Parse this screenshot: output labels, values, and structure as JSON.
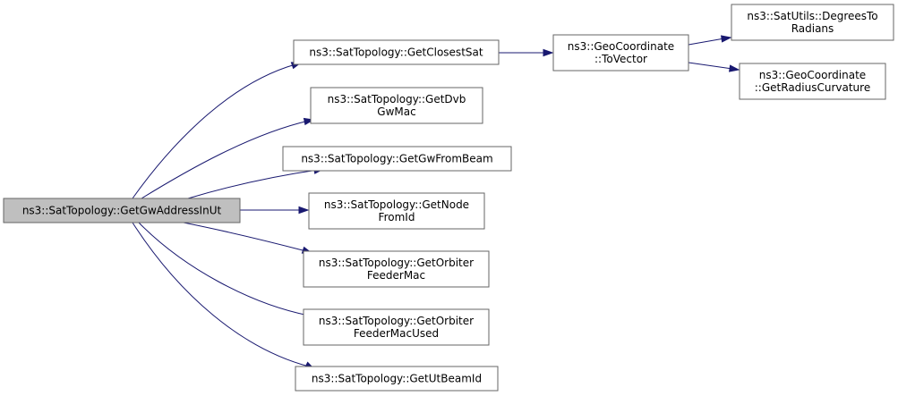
{
  "colors": {
    "root_fill": "#bfbfbf",
    "node_fill": "#ffffff",
    "node_border": "#666666",
    "edge": "#191970"
  },
  "nodes": {
    "root": {
      "lines": [
        "ns3::SatTopology::GetGwAddressInUt"
      ]
    },
    "closest_sat": {
      "lines": [
        "ns3::SatTopology::GetClosestSat"
      ]
    },
    "dvb_gw_mac": {
      "lines": [
        "ns3::SatTopology::GetDvb",
        "GwMac"
      ]
    },
    "gw_from_beam": {
      "lines": [
        "ns3::SatTopology::GetGwFromBeam"
      ]
    },
    "node_from_id": {
      "lines": [
        "ns3::SatTopology::GetNode",
        "FromId"
      ]
    },
    "orbiter_feeder_mac": {
      "lines": [
        "ns3::SatTopology::GetOrbiter",
        "FeederMac"
      ]
    },
    "orbiter_feeder_mac_used": {
      "lines": [
        "ns3::SatTopology::GetOrbiter",
        "FeederMacUsed"
      ]
    },
    "ut_beam_id": {
      "lines": [
        "ns3::SatTopology::GetUtBeamId"
      ]
    },
    "to_vector": {
      "lines": [
        "ns3::GeoCoordinate",
        "::ToVector"
      ]
    },
    "degrees_to_radians": {
      "lines": [
        "ns3::SatUtils::DegreesTo",
        "Radians"
      ]
    },
    "radius_curvature": {
      "lines": [
        "ns3::GeoCoordinate",
        "::GetRadiusCurvature"
      ]
    }
  },
  "edges": [
    [
      "root",
      "closest_sat"
    ],
    [
      "root",
      "dvb_gw_mac"
    ],
    [
      "root",
      "gw_from_beam"
    ],
    [
      "root",
      "node_from_id"
    ],
    [
      "root",
      "orbiter_feeder_mac"
    ],
    [
      "root",
      "orbiter_feeder_mac_used"
    ],
    [
      "root",
      "ut_beam_id"
    ],
    [
      "closest_sat",
      "to_vector"
    ],
    [
      "to_vector",
      "degrees_to_radians"
    ],
    [
      "to_vector",
      "radius_curvature"
    ]
  ]
}
